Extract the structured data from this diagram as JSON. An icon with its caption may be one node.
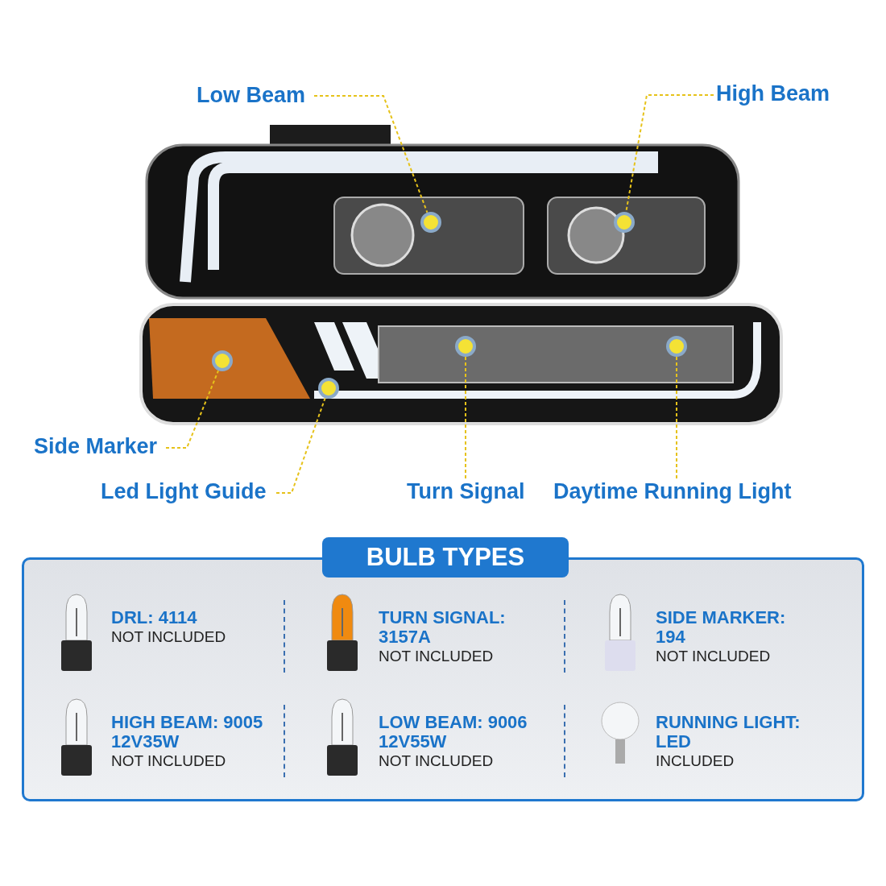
{
  "diagram": {
    "nodes": [
      {
        "text": [
          "Low Beam"
        ]
      },
      {
        "text": [
          "High Beam"
        ]
      },
      {
        "text": [],
        "shape": "picture"
      },
      {
        "text": [],
        "shape": "circle",
        "in": 2
      },
      {
        "text": [],
        "shape": "circle",
        "in": 2
      },
      {
        "text": [],
        "shape": "circle",
        "in": 2
      },
      {
        "text": [],
        "shape": "circle",
        "in": 2
      },
      {
        "text": [],
        "shape": "circle",
        "in": 2
      },
      {
        "text": [],
        "shape": "circle",
        "in": 2
      },
      {
        "text": [
          "Side Marker"
        ]
      },
      {
        "text": [
          "Led Light Guide"
        ]
      },
      {
        "text": [
          "Turn Signal"
        ]
      },
      {
        "text": [
          "Daytime Running Light"
        ]
      },
      {
        "text": [
          "BULB TYPES"
        ]
      }
    ],
    "edges": [
      {
        "from": 0,
        "to": 3,
        "arrow": "none",
        "style": "dashed"
      },
      {
        "from": 1,
        "to": 4,
        "arrow": "none",
        "style": "dashed"
      },
      {
        "from": 9,
        "to": 5,
        "arrow": "none",
        "style": "dashed"
      },
      {
        "from": 10,
        "to": 6,
        "arrow": "none",
        "style": "dashed"
      },
      {
        "from": 11,
        "to": 7,
        "arrow": "none",
        "style": "dashed"
      },
      {
        "from": 12,
        "to": 8,
        "arrow": "none",
        "style": "dashed"
      }
    ],
    "labels": [
      "DRL: 4114",
      "NOT INCLUDED",
      "TURN SIGNAL: 3157A",
      "NOT INCLUDED",
      "SIDE MARKER: 194",
      "NOT INCLUDED",
      "HIGH BEAM: 9005 12V35W",
      "NOT INCLUDED",
      "LOW BEAM: 9006 12V55W",
      "NOT INCLUDED",
      "RUNNING LIGHT: LED",
      "INCLUDED"
    ]
  }
}
